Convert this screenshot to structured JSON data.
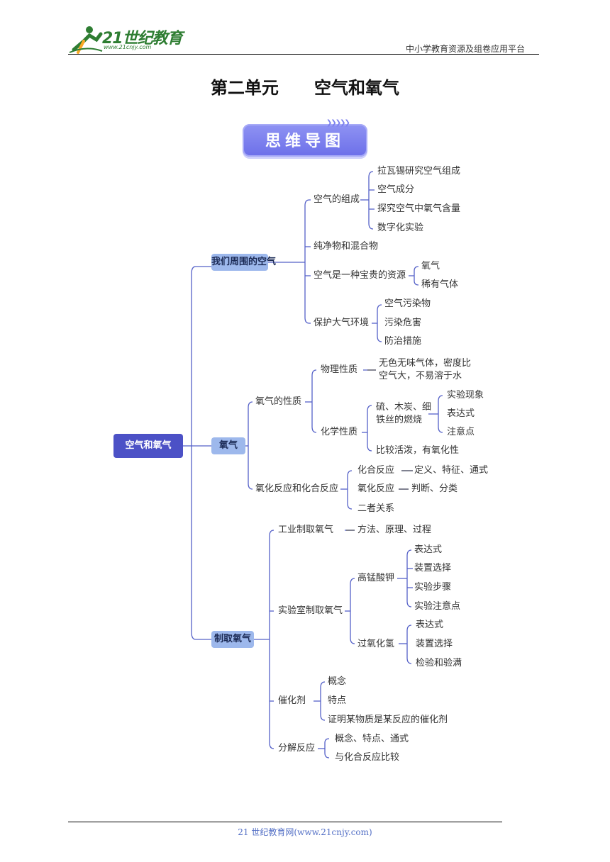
{
  "header": {
    "logo_text": "21世纪教育",
    "logo_url": "www.21cnjy.com",
    "platform": "中小学教育资源及组卷应用平台"
  },
  "title": "第二单元      空气和氧气",
  "banner": "思维导图",
  "mindmap": {
    "root": "空气和氧气",
    "branch1": {
      "label": "我们周围的空气",
      "n1": "空气的组成",
      "n1_items": [
        "拉瓦锡研究空气组成",
        "空气成分",
        "探究空气中氧气含量",
        "数字化实验"
      ],
      "n2": "纯净物和混合物",
      "n3": "空气是一种宝贵的资源",
      "n3_items": [
        "氧气",
        "稀有气体"
      ],
      "n4": "保护大气环境",
      "n4_items": [
        "空气污染物",
        "污染危害",
        "防治措施"
      ]
    },
    "branch2": {
      "label": "氧气",
      "n1": "氧气的性质",
      "phys": "物理性质",
      "phys_desc1": "无色无味气体，密度比",
      "phys_desc2": "空气大，不易溶于水",
      "chem": "化学性质",
      "burn1": "硫、木炭、细",
      "burn2": "铁丝的燃烧",
      "burn_items": [
        "实验现象",
        "表达式",
        "注意点"
      ],
      "active": "比较活泼，有氧化性",
      "n2": "氧化反应和化合反应",
      "combo": "化合反应",
      "combo_detail": "定义、特征、通式",
      "oxid": "氧化反应",
      "oxid_detail": "判断、分类",
      "relation": "二者关系"
    },
    "branch3": {
      "label": "制取氧气",
      "industry": "工业制取氧气",
      "industry_detail": "方法、原理、过程",
      "lab": "实验室制取氧气",
      "kmno4": "高锰酸钾",
      "kmno4_items": [
        "表达式",
        "装置选择",
        "实验步骤",
        "实验注意点"
      ],
      "h2o2": "过氧化氢",
      "h2o2_items": [
        "表达式",
        "装置选择",
        "检验和验满"
      ],
      "catalyst": "催化剂",
      "catalyst_items": [
        "概念",
        "特点",
        "证明某物质是某反应的催化剂"
      ],
      "decomp": "分解反应",
      "decomp_items": [
        "概念、特点、通式",
        "与化合反应比较"
      ]
    }
  },
  "footer": "21 世纪教育网(www.21cnjy.com)"
}
